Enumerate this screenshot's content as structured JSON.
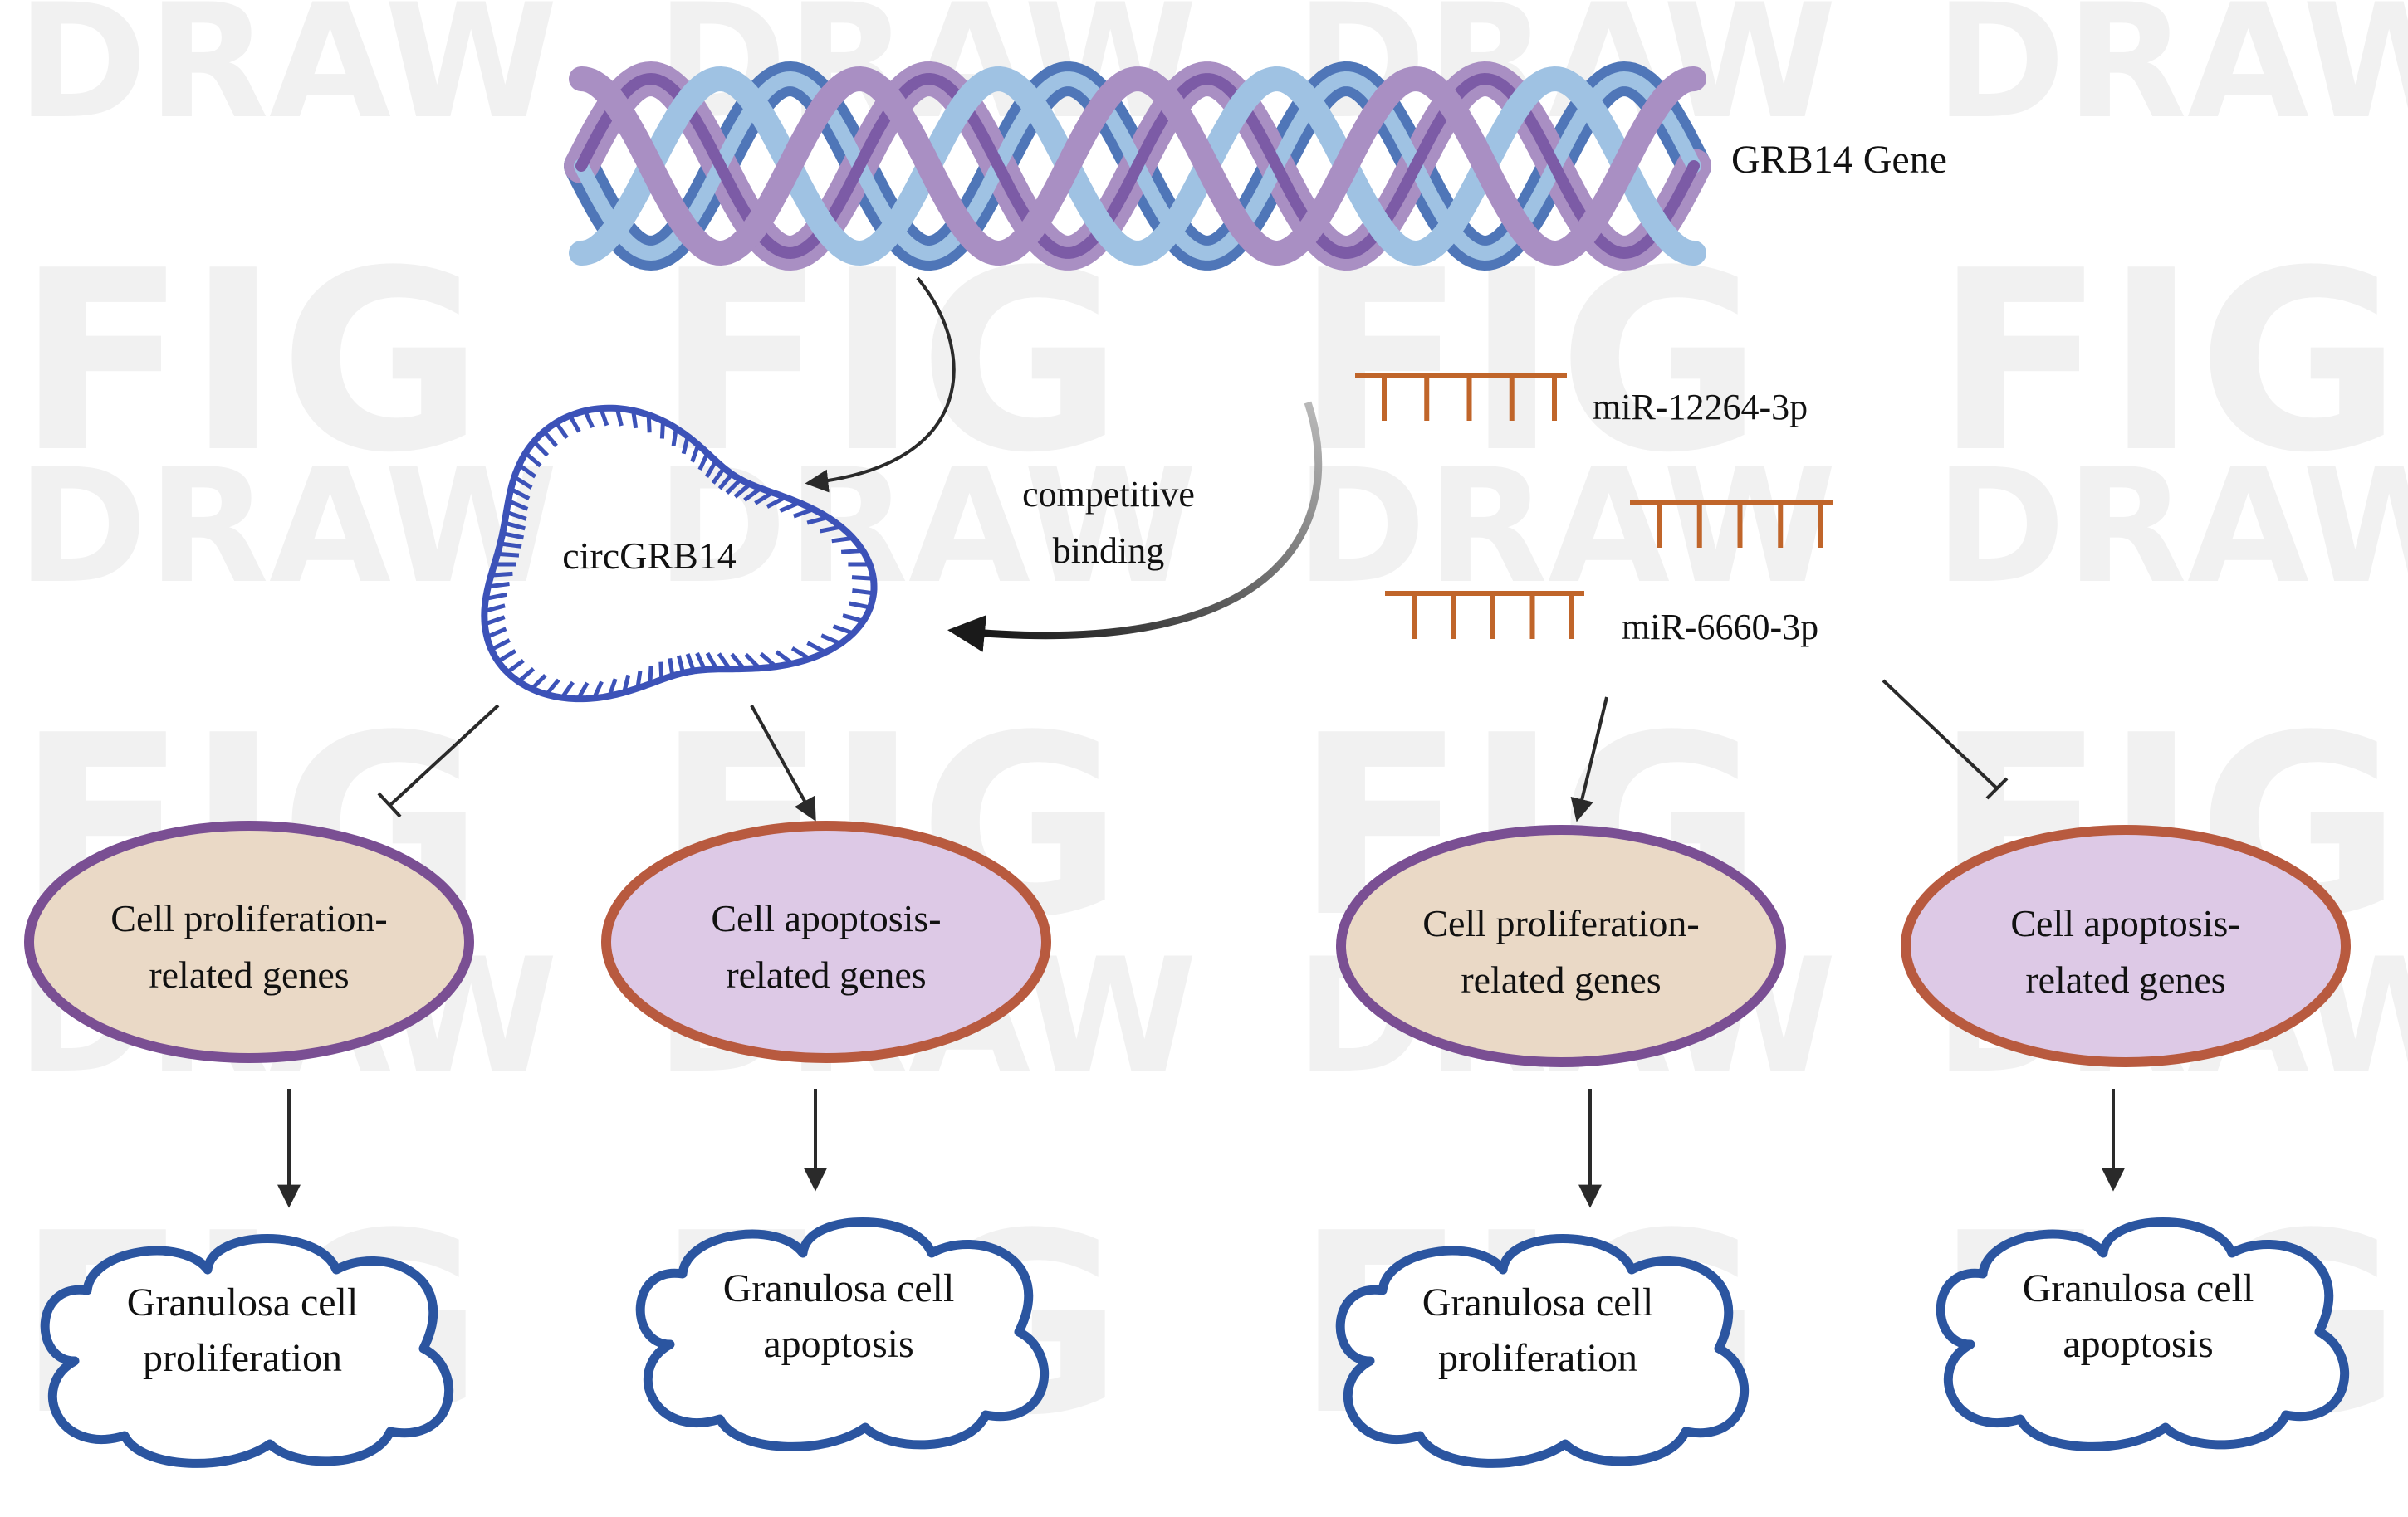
{
  "watermark": {
    "word_a": "DRAW",
    "word_b": "FIG"
  },
  "gene": {
    "label": "GRB14 Gene",
    "strand_colors": [
      "#4f76b8",
      "#a98fc3",
      "#9fc2e3",
      "#7c5ba6"
    ]
  },
  "circ": {
    "label": "circGRB14",
    "color": "#3c52b8"
  },
  "mirnas": {
    "color": "#c0652a",
    "mir1": "miR-12264-3p",
    "mir2": "miR-6660-3p"
  },
  "competitive": {
    "line1": "competitive",
    "line2": "binding",
    "color": "#2e6fa7"
  },
  "left": {
    "prolif_gene": {
      "line1": "Cell proliferation-",
      "line2": "related genes"
    },
    "apop_gene": {
      "line1": "Cell apoptosis-",
      "line2": "related genes"
    },
    "prolif_out": {
      "line1": "Granulosa cell",
      "line2": "proliferation"
    },
    "apop_out": {
      "line1": "Granulosa cell",
      "line2": "apoptosis"
    }
  },
  "right": {
    "prolif_gene": {
      "line1": "Cell proliferation-",
      "line2": "related genes"
    },
    "apop_gene": {
      "line1": "Cell apoptosis-",
      "line2": "related genes"
    },
    "prolif_out": {
      "line1": "Granulosa cell",
      "line2": "proliferation"
    },
    "apop_out": {
      "line1": "Granulosa cell",
      "line2": "apoptosis"
    }
  },
  "colors": {
    "prolif_fill": "#ead9c6",
    "prolif_stroke": "#7a4f93",
    "apop_fill": "#ddc9e6",
    "apop_stroke": "#b85a3f",
    "cloud_stroke": "#2b55a0",
    "arrow": "#2a2a2a"
  }
}
